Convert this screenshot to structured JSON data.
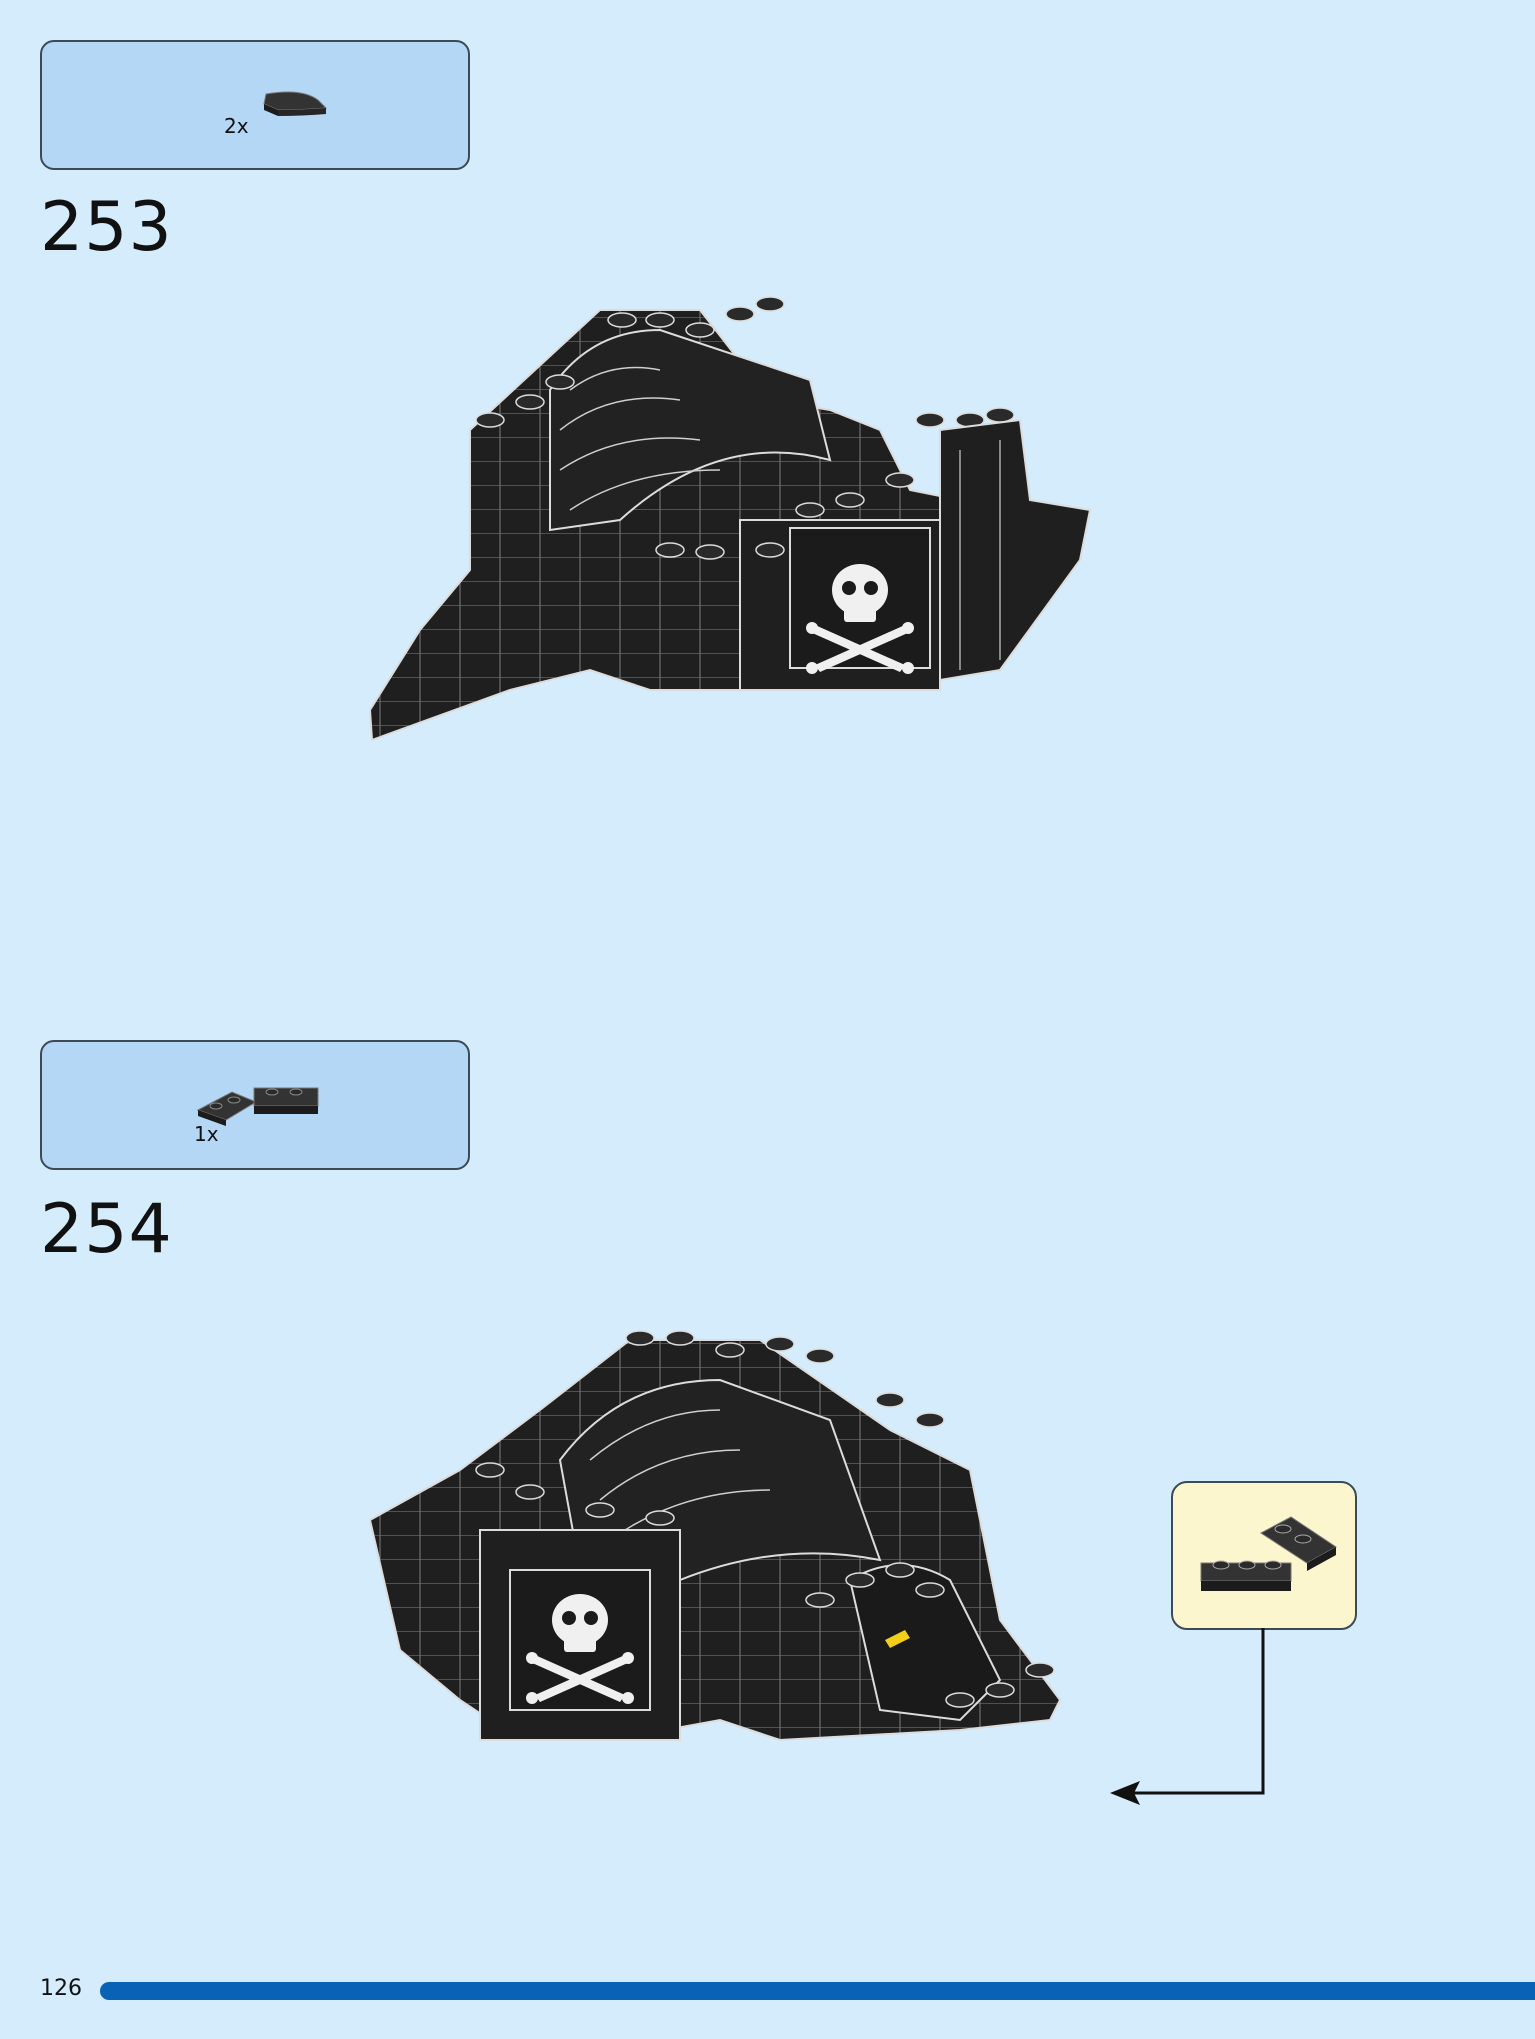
{
  "steps": [
    {
      "number": "253",
      "parts": [
        {
          "qty": "2x",
          "icon": "curved-slope-brick-icon",
          "color": "#2b2b2b"
        }
      ]
    },
    {
      "number": "254",
      "parts": [
        {
          "qty": "1x",
          "icon": "plate-with-hinge-icon",
          "color": "#2b2b2b"
        }
      ],
      "callout": {
        "icon": "plate-assembly-icon",
        "background": "#fcf6cf"
      }
    }
  ],
  "page": {
    "number": "126",
    "bar_color": "#0a62b6"
  },
  "colors": {
    "background": "#d4ecfb",
    "parts_box": "#b3d7f5",
    "brick": "#1f1f1f"
  }
}
